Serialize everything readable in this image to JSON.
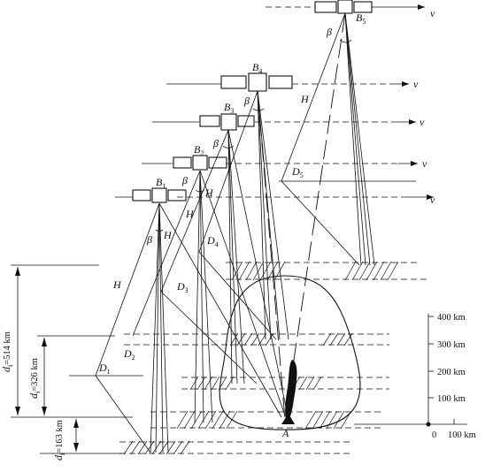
{
  "symbols": {
    "velocity": "v",
    "angle": "β",
    "height": "H",
    "target": "A",
    "satellite": "B",
    "distance": "D",
    "offset": "d"
  },
  "satellites": [
    {
      "sub": "1",
      "distance_sub": "1"
    },
    {
      "sub": "2",
      "distance_sub": "2"
    },
    {
      "sub": "3",
      "distance_sub": "3"
    },
    {
      "sub": "4",
      "distance_sub": "4"
    },
    {
      "sub": "5",
      "distance_sub": "5"
    }
  ],
  "offsets": {
    "sub": "i",
    "values": [
      "=514 km",
      "=326 km",
      "=163 km"
    ]
  },
  "scale": {
    "vertical": [
      "400 km",
      "300 km",
      "200 km",
      "100 km"
    ],
    "horizontal": [
      "0",
      "100 km"
    ]
  }
}
